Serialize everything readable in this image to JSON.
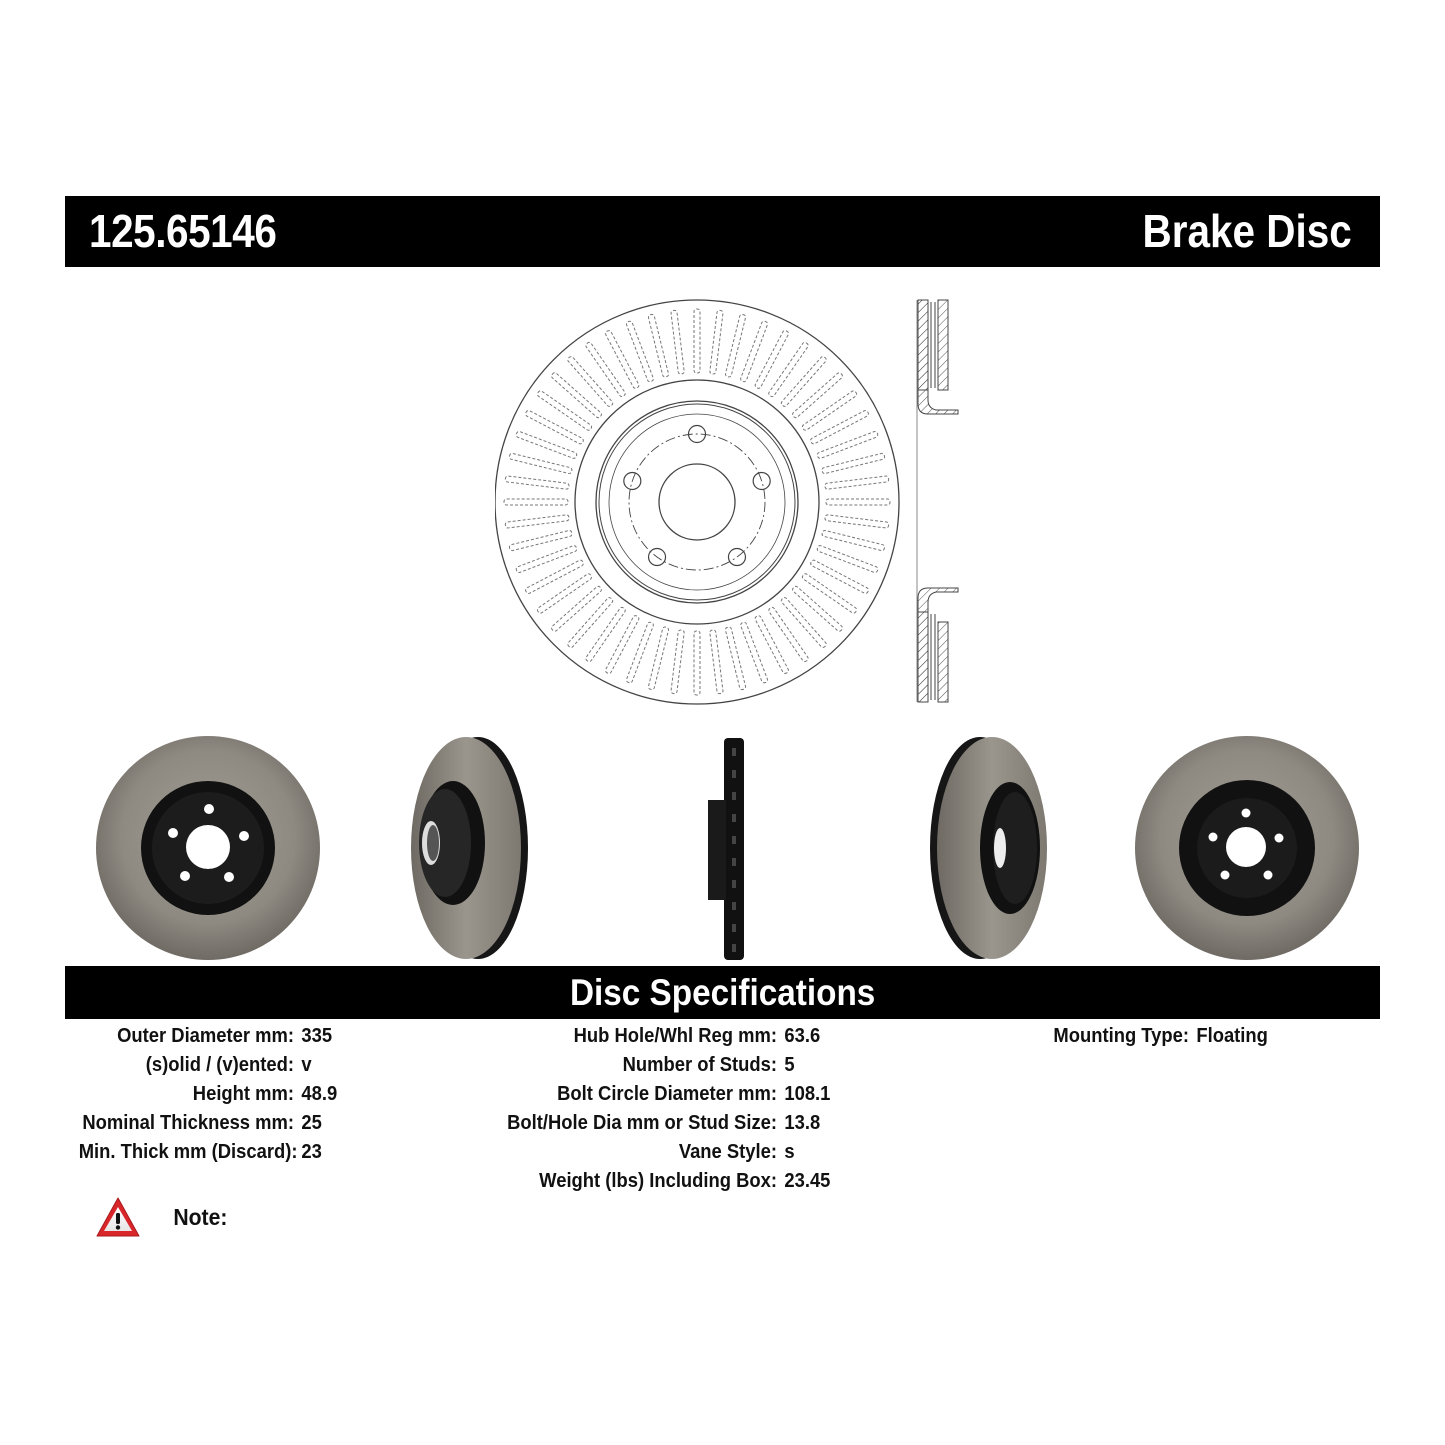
{
  "header": {
    "part_number": "125.65146",
    "product_type": "Brake Disc"
  },
  "drawings": {
    "front_view": {
      "icon": "brake-disc-front-technical-drawing",
      "stud_count": 5,
      "vane_count": 52
    },
    "cross_section": {
      "icon": "brake-disc-cross-section-drawing"
    }
  },
  "photos": [
    {
      "view": "front",
      "icon": "brake-disc-photo-front"
    },
    {
      "view": "angled-left",
      "icon": "brake-disc-photo-angled-left"
    },
    {
      "view": "side-profile",
      "icon": "brake-disc-photo-side"
    },
    {
      "view": "angled-right",
      "icon": "brake-disc-photo-angled-right"
    },
    {
      "view": "rear",
      "icon": "brake-disc-photo-rear"
    }
  ],
  "specifications": {
    "title": "Disc Specifications",
    "columns": [
      [
        {
          "label": "Outer Diameter mm:",
          "value": "335"
        },
        {
          "label": "(s)olid / (v)ented:",
          "value": "v"
        },
        {
          "label": "Height mm:",
          "value": "48.9"
        },
        {
          "label": "Nominal Thickness mm:",
          "value": "25"
        },
        {
          "label": "Min. Thick mm (Discard):",
          "value": "23"
        }
      ],
      [
        {
          "label": "Hub Hole/Whl Reg mm:",
          "value": "63.6"
        },
        {
          "label": "Number of Studs:",
          "value": "5"
        },
        {
          "label": "Bolt Circle Diameter mm:",
          "value": "108.1"
        },
        {
          "label": "Bolt/Hole Dia mm or Stud Size:",
          "value": "13.8"
        },
        {
          "label": "Vane Style:",
          "value": "s"
        },
        {
          "label": "Weight (lbs) Including Box:",
          "value": "23.45"
        }
      ],
      [
        {
          "label": "Mounting Type:",
          "value": "Floating"
        }
      ]
    ]
  },
  "note": {
    "icon": "warning-triangle-icon",
    "label": "Note:",
    "text": ""
  },
  "colors": {
    "bar_background": "#000000",
    "bar_text": "#ffffff",
    "warning_red": "#d9262a",
    "rotor_metal": "#8e8a82",
    "hat_black": "#111111"
  }
}
